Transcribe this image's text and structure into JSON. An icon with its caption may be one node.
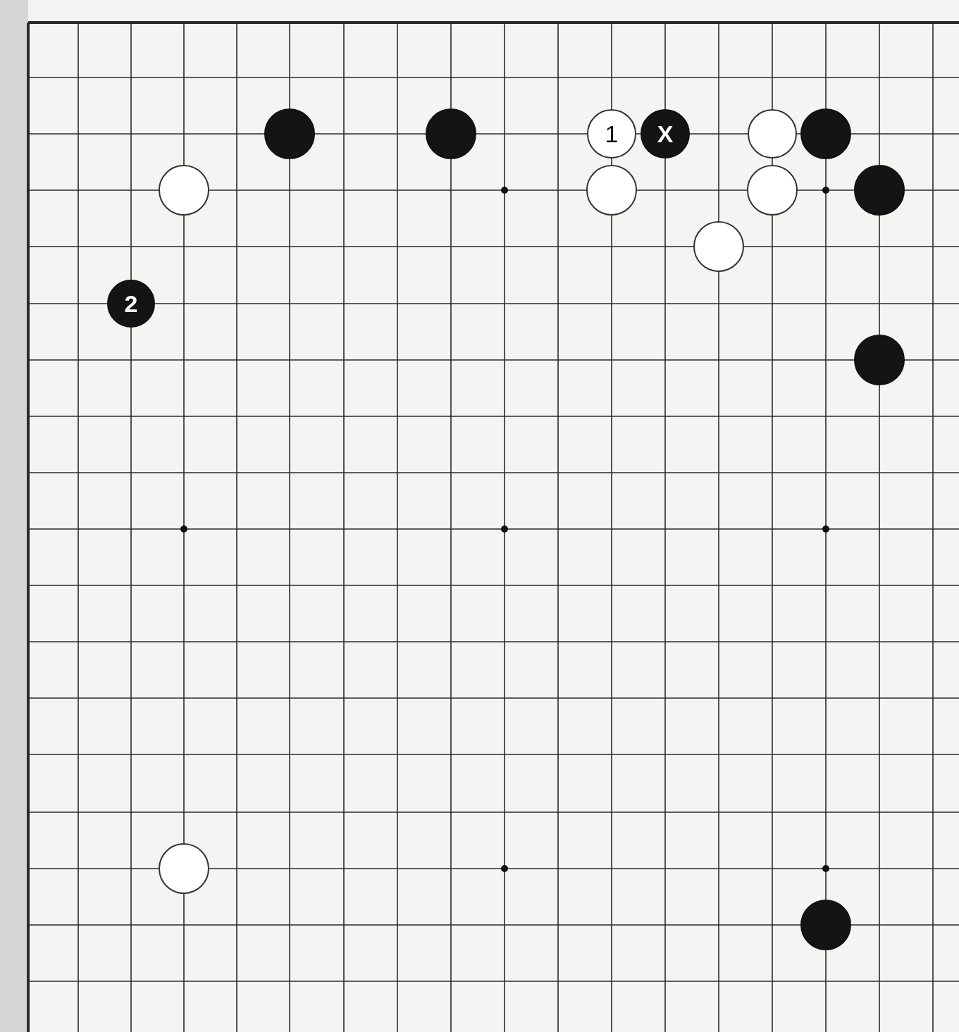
{
  "diagram": {
    "nodes": [
      {
        "text": [],
        "shape": "circle"
      },
      {
        "text": [],
        "shape": "circle"
      },
      {
        "text": [
          "1"
        ]
      },
      {
        "text": [
          "X"
        ]
      },
      {
        "text": [],
        "shape": "circle"
      },
      {
        "text": [],
        "shape": "circle"
      },
      {
        "text": [],
        "shape": "circle"
      },
      {
        "text": [],
        "shape": "circle"
      },
      {
        "text": [],
        "shape": "circle"
      },
      {
        "text": [],
        "shape": "circle"
      },
      {
        "text": [],
        "shape": "circle"
      },
      {
        "text": [
          "2"
        ]
      },
      {
        "text": [],
        "shape": "circle"
      },
      {
        "text": [],
        "shape": "circle"
      },
      {
        "text": [],
        "shape": "circle"
      }
    ]
  }
}
